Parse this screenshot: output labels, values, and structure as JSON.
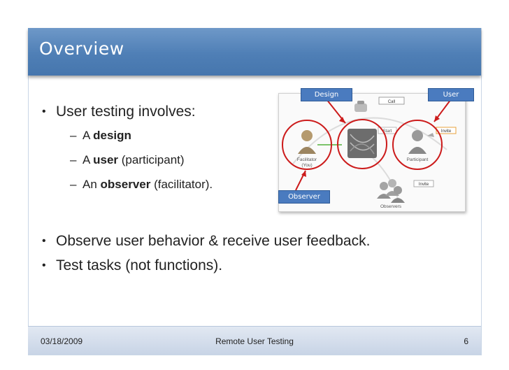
{
  "slide": {
    "title": "Overview",
    "bullets": [
      {
        "text": "User testing involves:",
        "subs": [
          {
            "prefix": "A ",
            "bold": "design",
            "suffix": ""
          },
          {
            "prefix": "A ",
            "bold": "user",
            "suffix": " (participant)"
          },
          {
            "prefix": "An ",
            "bold": "observer",
            "suffix": " (facilitator)."
          }
        ]
      },
      {
        "text": "Observe user behavior & receive user feedback."
      },
      {
        "text": "Test tasks (not functions)."
      }
    ],
    "bullet_glyph": "•",
    "dash_glyph": "–"
  },
  "diagram": {
    "tags": {
      "design": "Design",
      "user": "User",
      "observer": "Observer"
    },
    "labels": {
      "call": "Call",
      "start": "Start",
      "invite": "Invite",
      "facilitator": "Facilitator",
      "you": "(You)",
      "participant": "Participant",
      "invite2": "Invite",
      "observers": "Observers"
    },
    "colors": {
      "highlight_circle": "#cc1b1b",
      "tag_blue": "#4a7bbf",
      "invite_border": "#e8a33c"
    }
  },
  "footer": {
    "date": "03/18/2009",
    "title": "Remote User Testing",
    "page": "6"
  }
}
